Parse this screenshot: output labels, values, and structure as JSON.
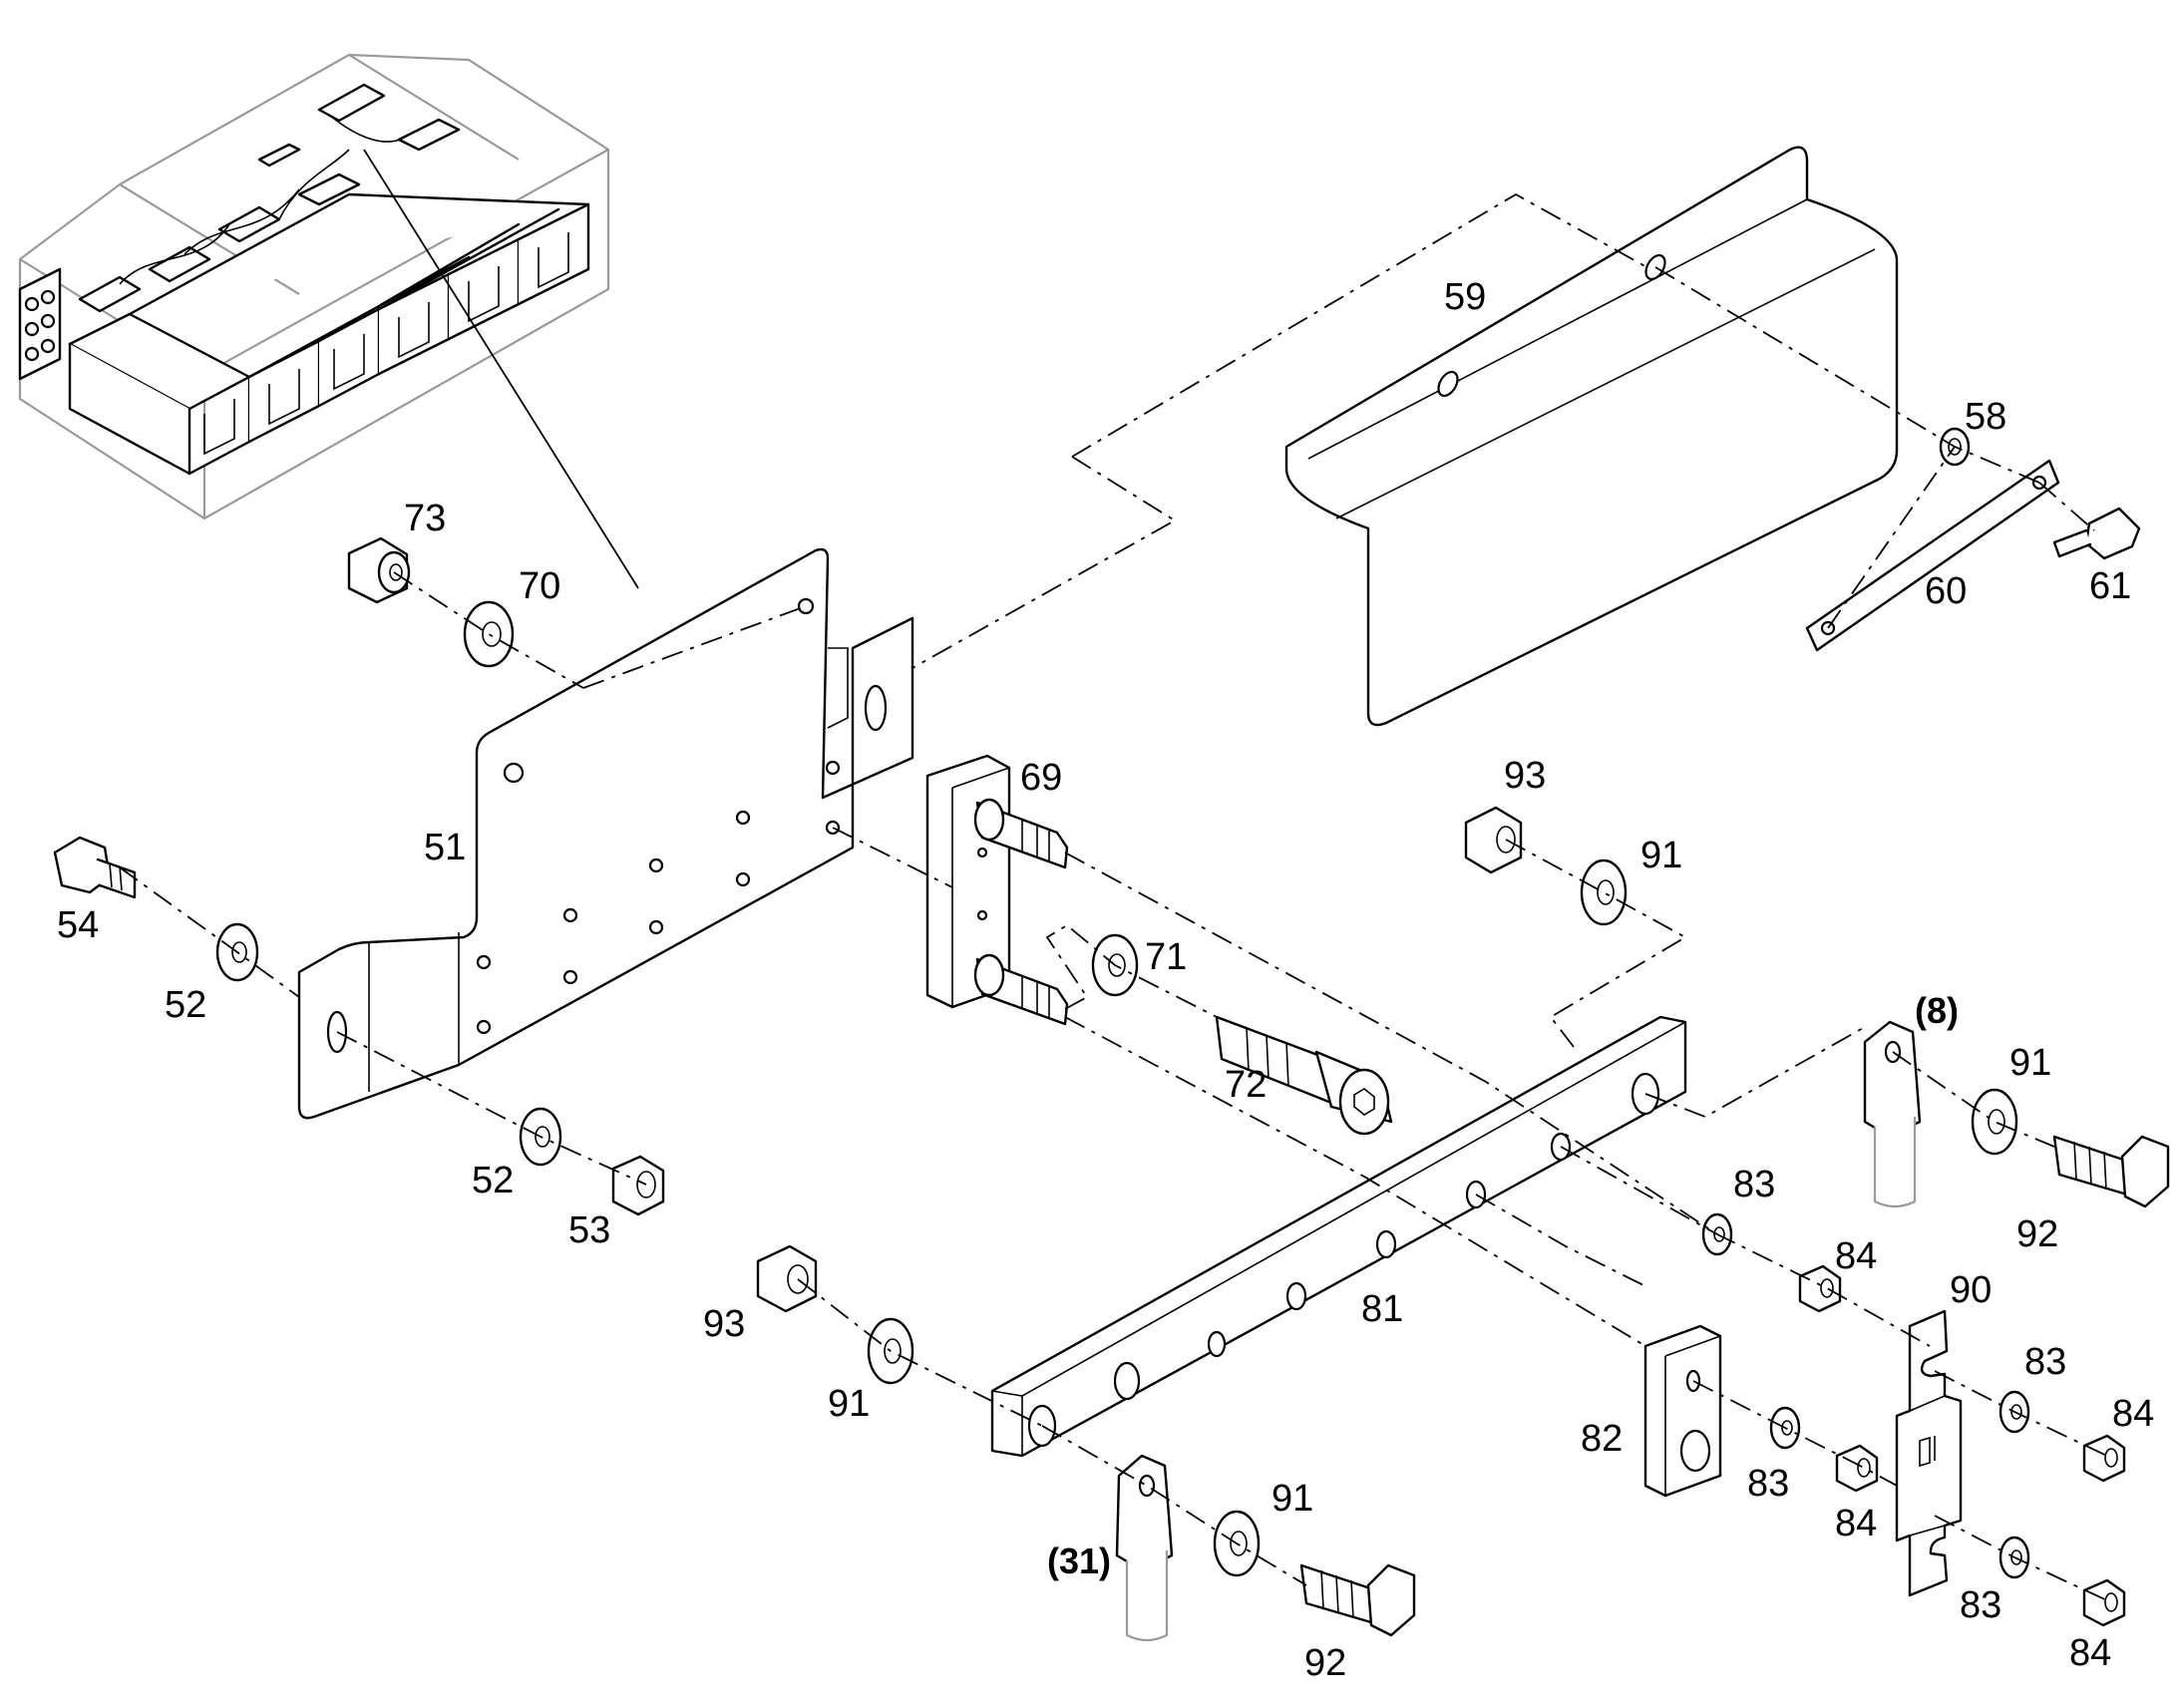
{
  "diagram": {
    "kind": "exploded-parts-view",
    "callouts": {
      "c51": "51",
      "c52a": "52",
      "c52b": "52",
      "c53": "53",
      "c54": "54",
      "c58": "58",
      "c59": "59",
      "c60": "60",
      "c61": "61",
      "c69": "69",
      "c70": "70",
      "c71": "71",
      "c72": "72",
      "c73": "73",
      "c81": "81",
      "c82": "82",
      "c83a": "83",
      "c83b": "83",
      "c83c": "83",
      "c83d": "83",
      "c84a": "84",
      "c84b": "84",
      "c84c": "84",
      "c84d": "84",
      "c90": "90",
      "c91a": "91",
      "c91b": "91",
      "c91c": "91",
      "c91d": "91",
      "c92a": "92",
      "c92b": "92",
      "c93a": "93",
      "c93b": "93",
      "ref8": "(8)",
      "ref31": "(31)"
    }
  }
}
